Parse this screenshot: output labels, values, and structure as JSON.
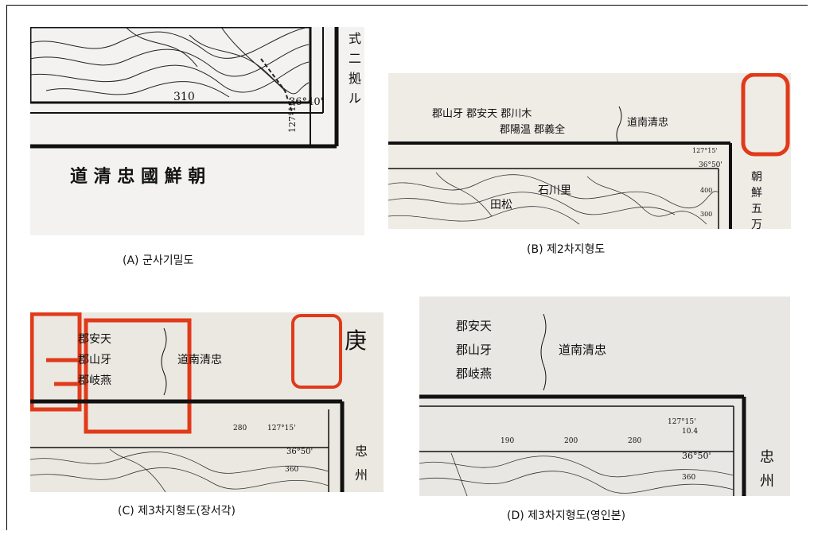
{
  "colors": {
    "stamp_red": "#e03a1a",
    "paper": "#efece6",
    "ink": "#111111"
  },
  "panels": [
    {
      "id": "A",
      "caption": "(A) 군사기밀도",
      "title_text": "道 清 忠   國 鮮 朝",
      "side_text": [
        "式",
        "二",
        "拠",
        "ル"
      ],
      "map_labels": [
        "310",
        "36°40'",
        "127°15'"
      ]
    },
    {
      "id": "B",
      "caption": "(B) 제2차지형도",
      "county_row1": "郡山牙  郡安天  郡川木",
      "county_row2": "郡陽温  郡義全",
      "province": "道南清忠",
      "map_labels": [
        "石川里",
        "田松",
        "36°50'",
        "127°15'",
        "400",
        "300"
      ],
      "side_text": [
        "朝",
        "鮮",
        "五",
        "万"
      ]
    },
    {
      "id": "C",
      "caption": "(C) 제3차지형도(장서각)",
      "county_rows": [
        "郡安天",
        "郡山牙",
        "郡岐燕"
      ],
      "province": "道南清忠",
      "stamp_text": "庚",
      "map_labels": [
        "36°50'",
        "127°15'",
        "360",
        "280"
      ],
      "side_text": [
        "忠",
        "州"
      ]
    },
    {
      "id": "D",
      "caption": "(D) 제3차지형도(영인본)",
      "county_rows": [
        "郡安天",
        "郡山牙",
        "郡岐燕"
      ],
      "province": "道南清忠",
      "map_labels": [
        "36°50'",
        "127°15'",
        "10.4",
        "360",
        "190",
        "200",
        "280"
      ],
      "side_text": [
        "忠",
        "州"
      ]
    }
  ]
}
